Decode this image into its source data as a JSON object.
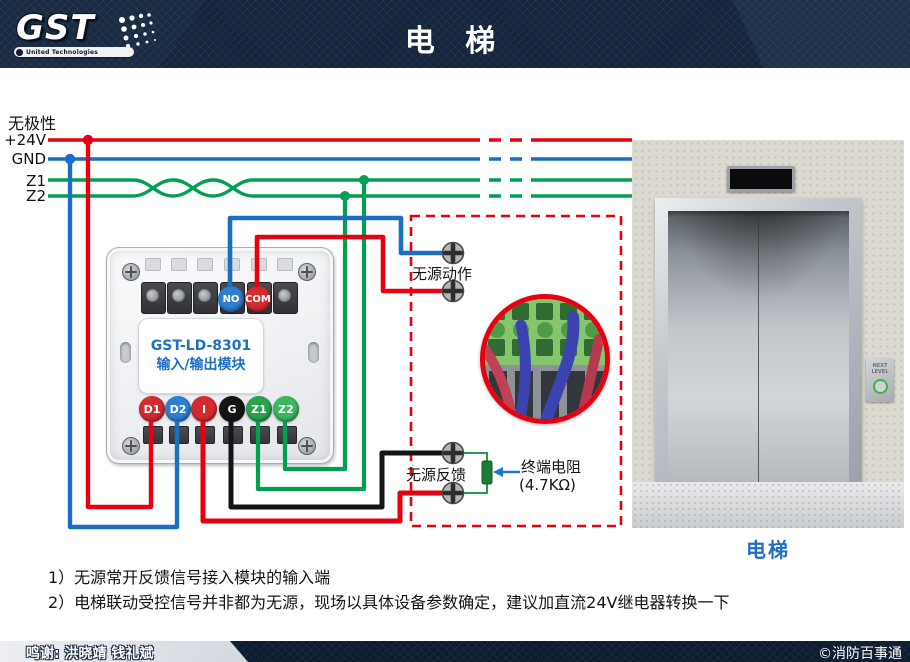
{
  "header": {
    "title": "电 梯",
    "logo_text": "GST",
    "logo_subtitle": "United Technologies"
  },
  "bus": {
    "nonpolar_label": "无极性",
    "lines": [
      {
        "label": "+24V",
        "color": "#e60012"
      },
      {
        "label": "GND",
        "color": "#1a6fc4"
      },
      {
        "label": "Z1",
        "color": "#00a050"
      },
      {
        "label": "Z2",
        "color": "#00a050"
      }
    ]
  },
  "module": {
    "model": "GST-LD-8301",
    "type_label": "输入/输出模块",
    "top_terminals": [
      {
        "label": "NO",
        "color": "#2e7fd0"
      },
      {
        "label": "COM",
        "color": "#d32b31"
      }
    ],
    "bottom_terminals": [
      {
        "label": "D1",
        "color": "#d32b31"
      },
      {
        "label": "D2",
        "color": "#2e7fd0"
      },
      {
        "label": "I",
        "color": "#d32b31"
      },
      {
        "label": "G",
        "color": "#151515"
      },
      {
        "label": "Z1",
        "color": "#2ba34e"
      },
      {
        "label": "Z2",
        "color": "#3bb763"
      }
    ]
  },
  "annotations": {
    "dry_action": "无源动作",
    "dry_feedback": "无源反馈",
    "terminal_resistor_line1": "终端电阻",
    "terminal_resistor_line2": "(4.7KΩ)"
  },
  "elevator": {
    "caption": "电梯",
    "button_line1": "NEXT",
    "button_line2": "LEVEL"
  },
  "notes": [
    "1）无源常开反馈信号接入模块的输入端",
    "2）电梯联动受控信号并非都为无源，现场以具体设备参数确定，建议加直流24V继电器转换一下"
  ],
  "footer": {
    "credits": "鸣谢: 洪晓靖 钱礼斌",
    "copyright": "©消防百事通"
  },
  "colors": {
    "wire_red": "#e60012",
    "wire_blue": "#1a6fc4",
    "wire_green": "#00a050",
    "wire_black": "#141414",
    "dashed_box": "#e60012",
    "module_text_blue": "#1f6fc4",
    "header_navy": "#15253d"
  }
}
